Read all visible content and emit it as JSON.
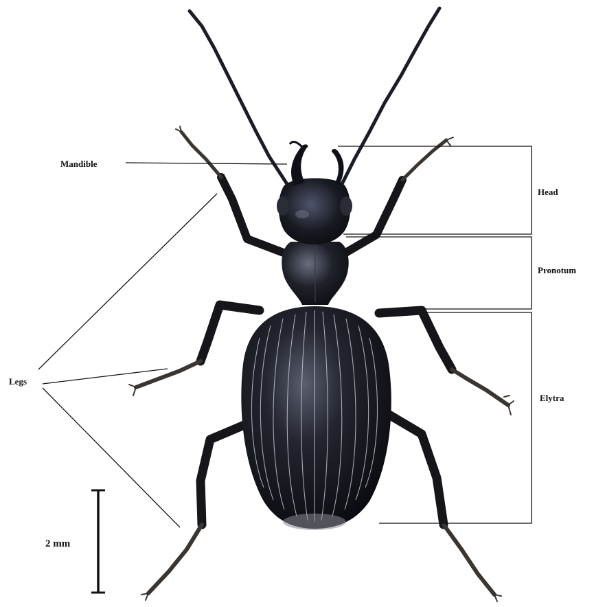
{
  "labels": {
    "mandible": "Mandible",
    "legs": "Legs",
    "head": "Head",
    "pronotum": "Pronotum",
    "elytra": "Elytra"
  },
  "scale_bar": {
    "label": "2 mm"
  },
  "colors": {
    "background": "#ffffff",
    "beetle_body": "#0d0e14",
    "beetle_highlight": "#5a5e70",
    "line": "#111111"
  }
}
